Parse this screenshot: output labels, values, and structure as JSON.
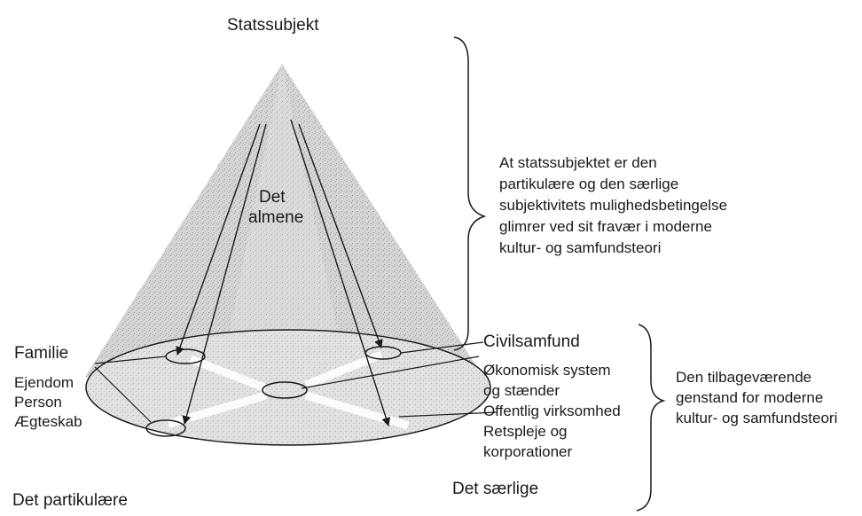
{
  "top_label": "Statssubjekt",
  "cone_label": [
    "Det",
    "almene"
  ],
  "right_note_top": [
    "At statssubjektet er den",
    "partikulære og den særlige",
    "subjektivitets mulighedsbetingelse",
    "glimrer ved sit fravær i moderne",
    "kultur- og samfundsteori"
  ],
  "family": {
    "title": "Familie",
    "items": [
      "Ejendom",
      "Person",
      "Ægteskab"
    ]
  },
  "civil": {
    "title": "Civilsamfund",
    "items": [
      "Økonomisk system",
      "og stænder",
      "Offentlig virksomhed",
      "Retspleje og",
      "korporationer"
    ]
  },
  "right_note_bottom": [
    "Den tilbageværende",
    "genstand for moderne",
    "kultur- og samfundsteori"
  ],
  "bottom_left": "Det partikulære",
  "bottom_center": "Det særlige"
}
